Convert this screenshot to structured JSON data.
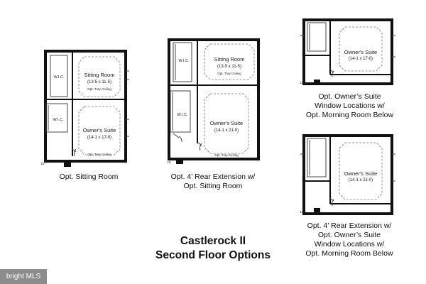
{
  "plans": [
    {
      "caption": "Opt. Sitting Room",
      "wic_upper": "W.I.C.",
      "wic_lower": "W.I.C.",
      "sitting_name": "Sitting Room",
      "sitting_dim": "(13-5 x 11-5)",
      "sitting_ceiling": "Opt. Tray Ceiling",
      "suite_name": "Owner's Suite",
      "suite_dim": "(14-1 x 17-0)",
      "suite_ceiling": "Opt. Tray Ceiling",
      "marker": "15"
    },
    {
      "caption_line1": "Opt. 4’ Rear Extension w/",
      "caption_line2": "Opt. Sitting Room",
      "wic_upper": "W.I.C.",
      "wic_lower": "W.I.C.",
      "sitting_name": "Sitting Room",
      "sitting_dim": "(13-5 x 11-5)",
      "sitting_ceiling": "Opt. Tray Ceiling",
      "suite_name": "Owner's Suite",
      "suite_dim": "(14-1 x 21-0)",
      "suite_ceiling": "Opt. Tray Ceiling",
      "marker": "15"
    },
    {
      "caption_line1": "Opt. Owner’s Suite",
      "caption_line2": "Window Locations w/",
      "caption_line3": "Opt. Morning Room Below",
      "suite_name": "Owner's Suite",
      "suite_dim": "(14-1 x 17-0)",
      "marker": "15"
    },
    {
      "caption_line1": "Opt. 4’ Rear Extension w/",
      "caption_line2": "Opt. Owner’s Suite",
      "caption_line3": "Window Locations w/",
      "caption_line4": "Opt. Morning Room Below",
      "suite_name": "Owner's Suite",
      "suite_dim": "(14-1 x 21-0)",
      "marker": "15"
    }
  ],
  "title_line1": "Castlerock II",
  "title_line2": "Second Floor Options",
  "watermark": "bright MLS"
}
